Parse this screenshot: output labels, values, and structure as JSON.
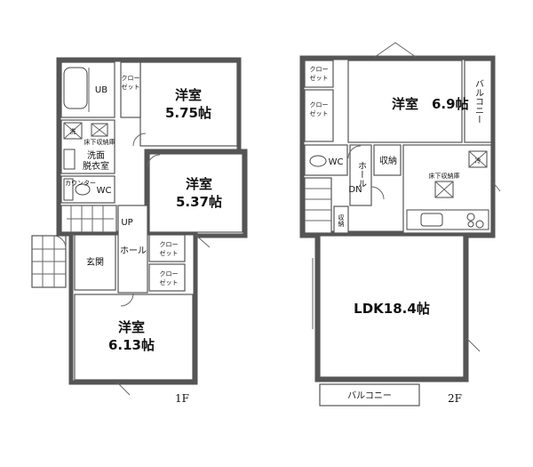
{
  "floor1": {
    "label": "1F",
    "room_western_a_name": "洋室",
    "room_western_a_size": "5.75帖",
    "room_western_b_name": "洋室",
    "room_western_b_size": "5.37帖",
    "room_western_c_name": "洋室",
    "room_western_c_size": "6.13帖",
    "closet_a_line1": "クロー",
    "closet_a_line2": "ゼット",
    "closet_b_line1": "クロー",
    "closet_b_line2": "ゼット",
    "closet_c_line1": "クロー",
    "closet_c_line2": "ゼット",
    "unit_bath": "UB",
    "washer": "洗",
    "underfloor_storage": "床下収納庫",
    "washroom_line1": "洗面",
    "washroom_line2": "脱衣室",
    "counter": "カウンター",
    "toilet": "WC",
    "up": "UP",
    "hall": "ホール",
    "entrance": "玄関"
  },
  "floor2": {
    "label": "2F",
    "room_western_name": "洋室",
    "room_western_size": "6.9帖",
    "closet_a_line1": "クロー",
    "closet_a_line2": "ゼット",
    "closet_b_line1": "クロー",
    "closet_b_line2": "ゼット",
    "balcony_side": "バルコニー",
    "balcony_bottom": "バルコニー",
    "toilet": "WC",
    "hall": "ホール",
    "down": "DN",
    "storage_a": "収納",
    "storage_b": "収納",
    "refrigerator": "冷",
    "underfloor_storage": "床下収納庫",
    "ldk": "LDK18.4帖"
  }
}
